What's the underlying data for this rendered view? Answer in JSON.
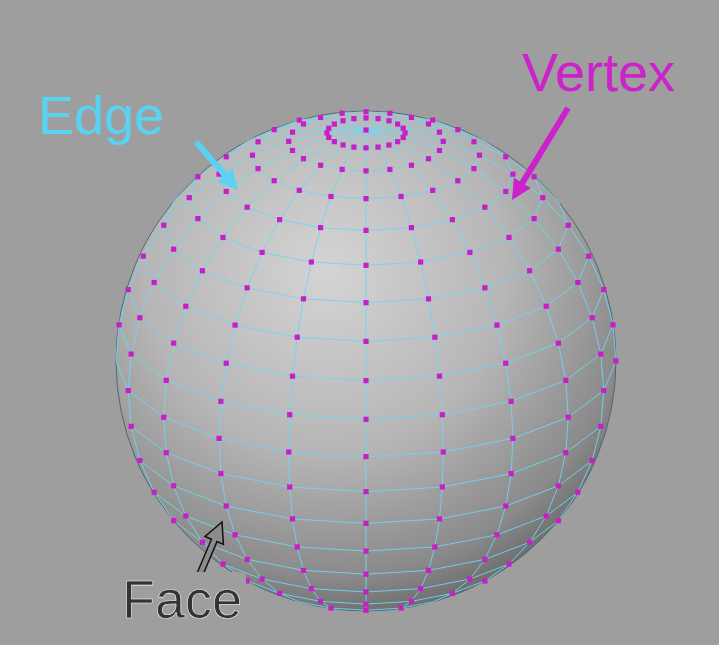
{
  "diagram": {
    "labels": [
      "Edge",
      "Vertex",
      "Face"
    ]
  }
}
